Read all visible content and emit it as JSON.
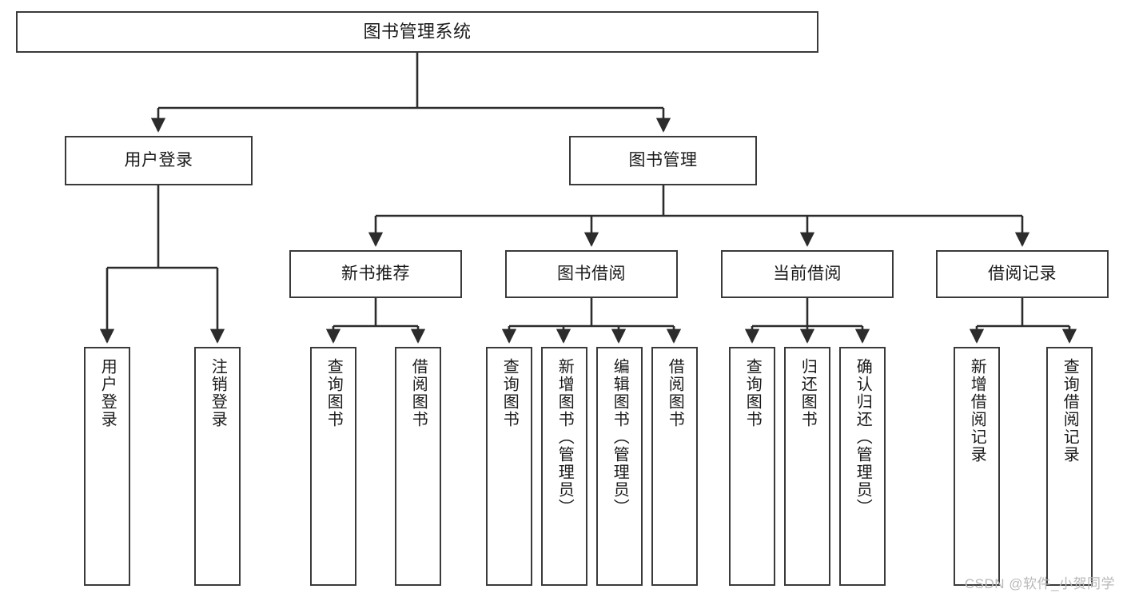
{
  "diagram": {
    "title": "图书管理系统",
    "type": "tree-hierarchy",
    "watermark": "CSDN @软件_小贺同学",
    "colors": {
      "stroke": "#3a3a3a",
      "fill": "#ffffff",
      "text": "#1a1a1a",
      "watermark": "#b9b9b9"
    },
    "nodes": {
      "root": {
        "label": "图书管理系统"
      },
      "level2": [
        {
          "label": "用户登录"
        },
        {
          "label": "图书管理"
        }
      ],
      "level3": [
        {
          "label": "新书推荐"
        },
        {
          "label": "图书借阅"
        },
        {
          "label": "当前借阅"
        },
        {
          "label": "借阅记录"
        }
      ],
      "leaves": {
        "user_login": [
          {
            "label": "用户登录"
          },
          {
            "label": "注销登录"
          }
        ],
        "new_book": [
          {
            "label": "查询图书"
          },
          {
            "label": "借阅图书"
          }
        ],
        "book_borrow": [
          {
            "label": "查询图书"
          },
          {
            "label": "新增图书（管理员）"
          },
          {
            "label": "编辑图书（管理员）"
          },
          {
            "label": "借阅图书"
          }
        ],
        "current_borrow": [
          {
            "label": "查询图书"
          },
          {
            "label": "归还图书"
          },
          {
            "label": "确认归还（管理员）"
          }
        ],
        "borrow_record": [
          {
            "label": "新增借阅记录"
          },
          {
            "label": "查询借阅记录"
          }
        ]
      }
    }
  }
}
